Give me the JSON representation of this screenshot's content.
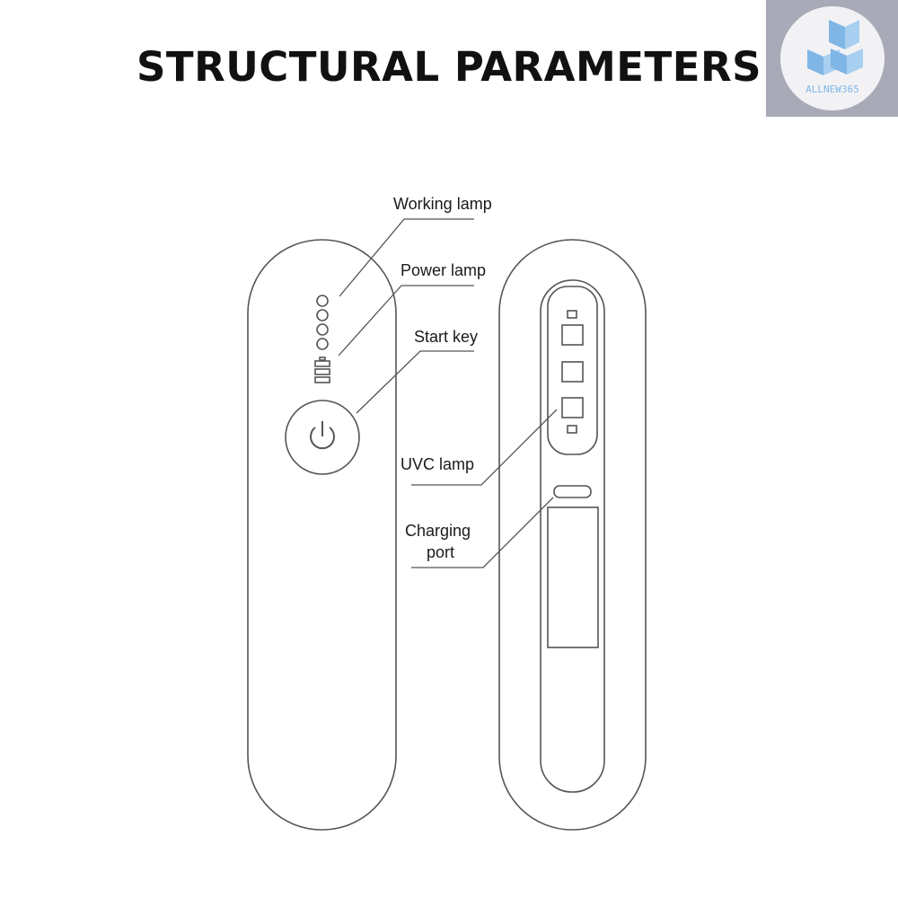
{
  "title": "STRUCTURAL PARAMETERS",
  "labels": {
    "working_lamp": "Working lamp",
    "power_lamp": "Power lamp",
    "start_key": "Start key",
    "uvc_lamp": "UVC lamp",
    "charging_port_line1": "Charging",
    "charging_port_line2": "port"
  },
  "watermark": {
    "text": "ALLNEW365",
    "color": "#7fb6e6"
  },
  "colors": {
    "outline": "#555555",
    "text": "#1a1a1a",
    "watermark_bg": "#a9aab8"
  }
}
